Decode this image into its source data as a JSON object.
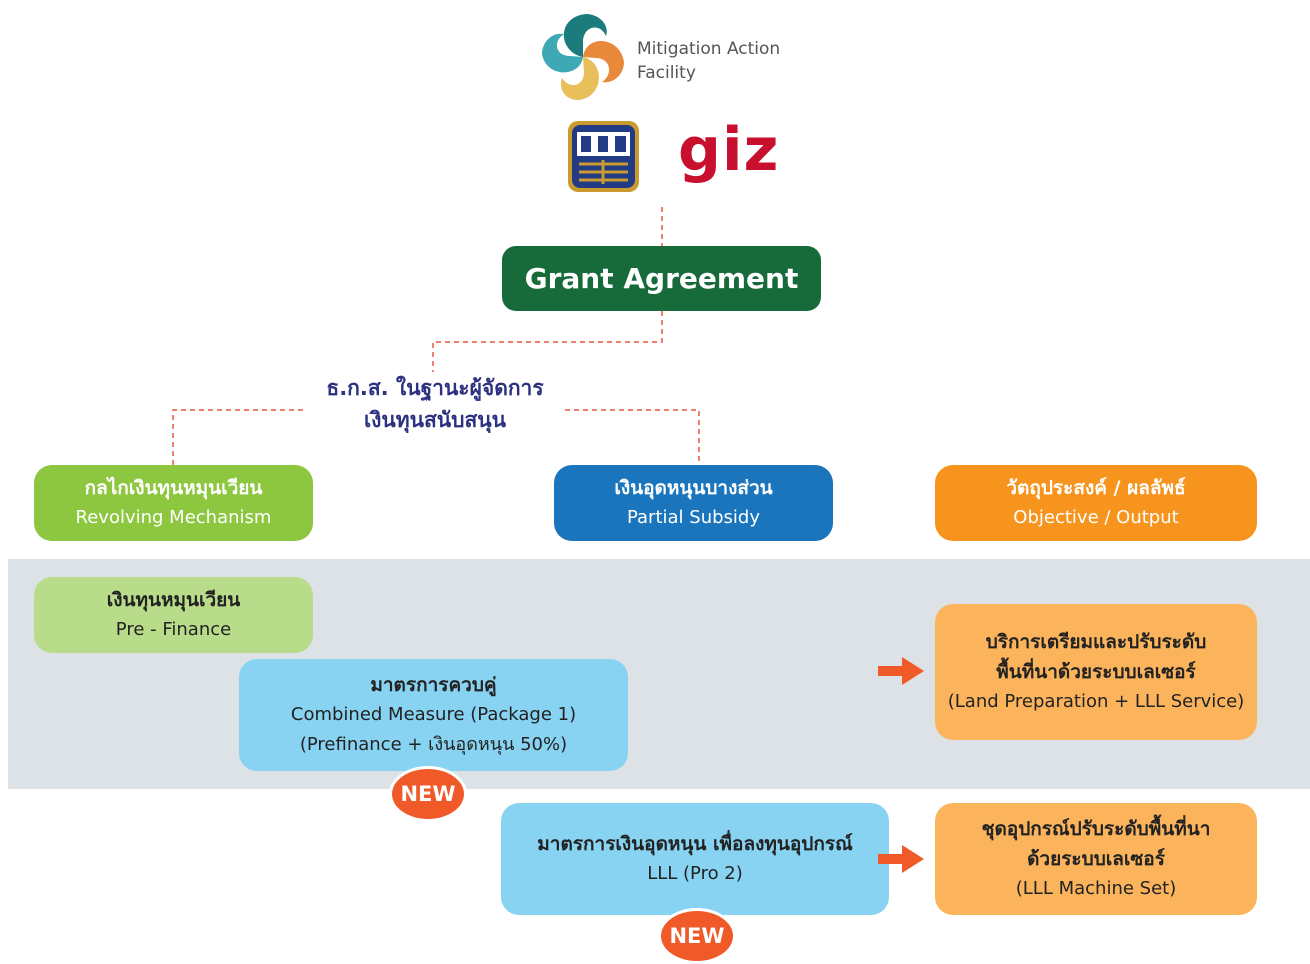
{
  "header": {
    "maf_line1": "Mitigation Action",
    "maf_line2": "Facility",
    "giz_logo": "giz",
    "baac_logo_icon": "baac-logo-icon",
    "maf_logo_icon": "maf-logo-icon"
  },
  "grant": {
    "label": "Grant Agreement"
  },
  "manager": {
    "line1": "ธ.ก.ส. ในฐานะผู้จัดการ",
    "line2": "เงินทุนสนับสนุน"
  },
  "columns": [
    {
      "th": "กลไกเงินทุนหมุนเวียน",
      "en": "Revolving Mechanism"
    },
    {
      "th": "เงินอุดหนุนบางส่วน",
      "en": "Partial Subsidy"
    },
    {
      "th": "วัตถุประสงค์ / ผลลัพธ์",
      "en": "Objective / Output"
    }
  ],
  "prefinance": {
    "th": "เงินทุนหมุนเวียน",
    "en": "Pre - Finance"
  },
  "combined": {
    "th": "มาตรการควบคู่",
    "en1": "Combined Measure (Package 1)",
    "en2": "(Prefinance + เงินอุดหนุน 50%)"
  },
  "land_prep": {
    "th1": "บริการเตรียมและปรับระดับ",
    "th2": "พื้นที่นาด้วยระบบเลเซอร์",
    "en": "(Land Preparation + LLL Service)"
  },
  "subsidy_measure": {
    "th": "มาตรการเงินอุดหนุน เพื่อลงทุนอุปกรณ์",
    "en": "LLL (Pro 2)"
  },
  "machine_set": {
    "th1": "ชุดอุปกรณ์ปรับระดับพื้นที่นา",
    "th2": "ด้วยระบบเลเซอร์",
    "en": "(LLL Machine Set)"
  },
  "badges": {
    "new1": "NEW",
    "new2": "NEW"
  },
  "colors": {
    "grant": "#176a3a",
    "green": "#8dc63f",
    "blue": "#1a75bc",
    "orange": "#f7941d",
    "connector": "#e8573b",
    "arrow": "#f05a28",
    "band": "#dde2e7"
  }
}
